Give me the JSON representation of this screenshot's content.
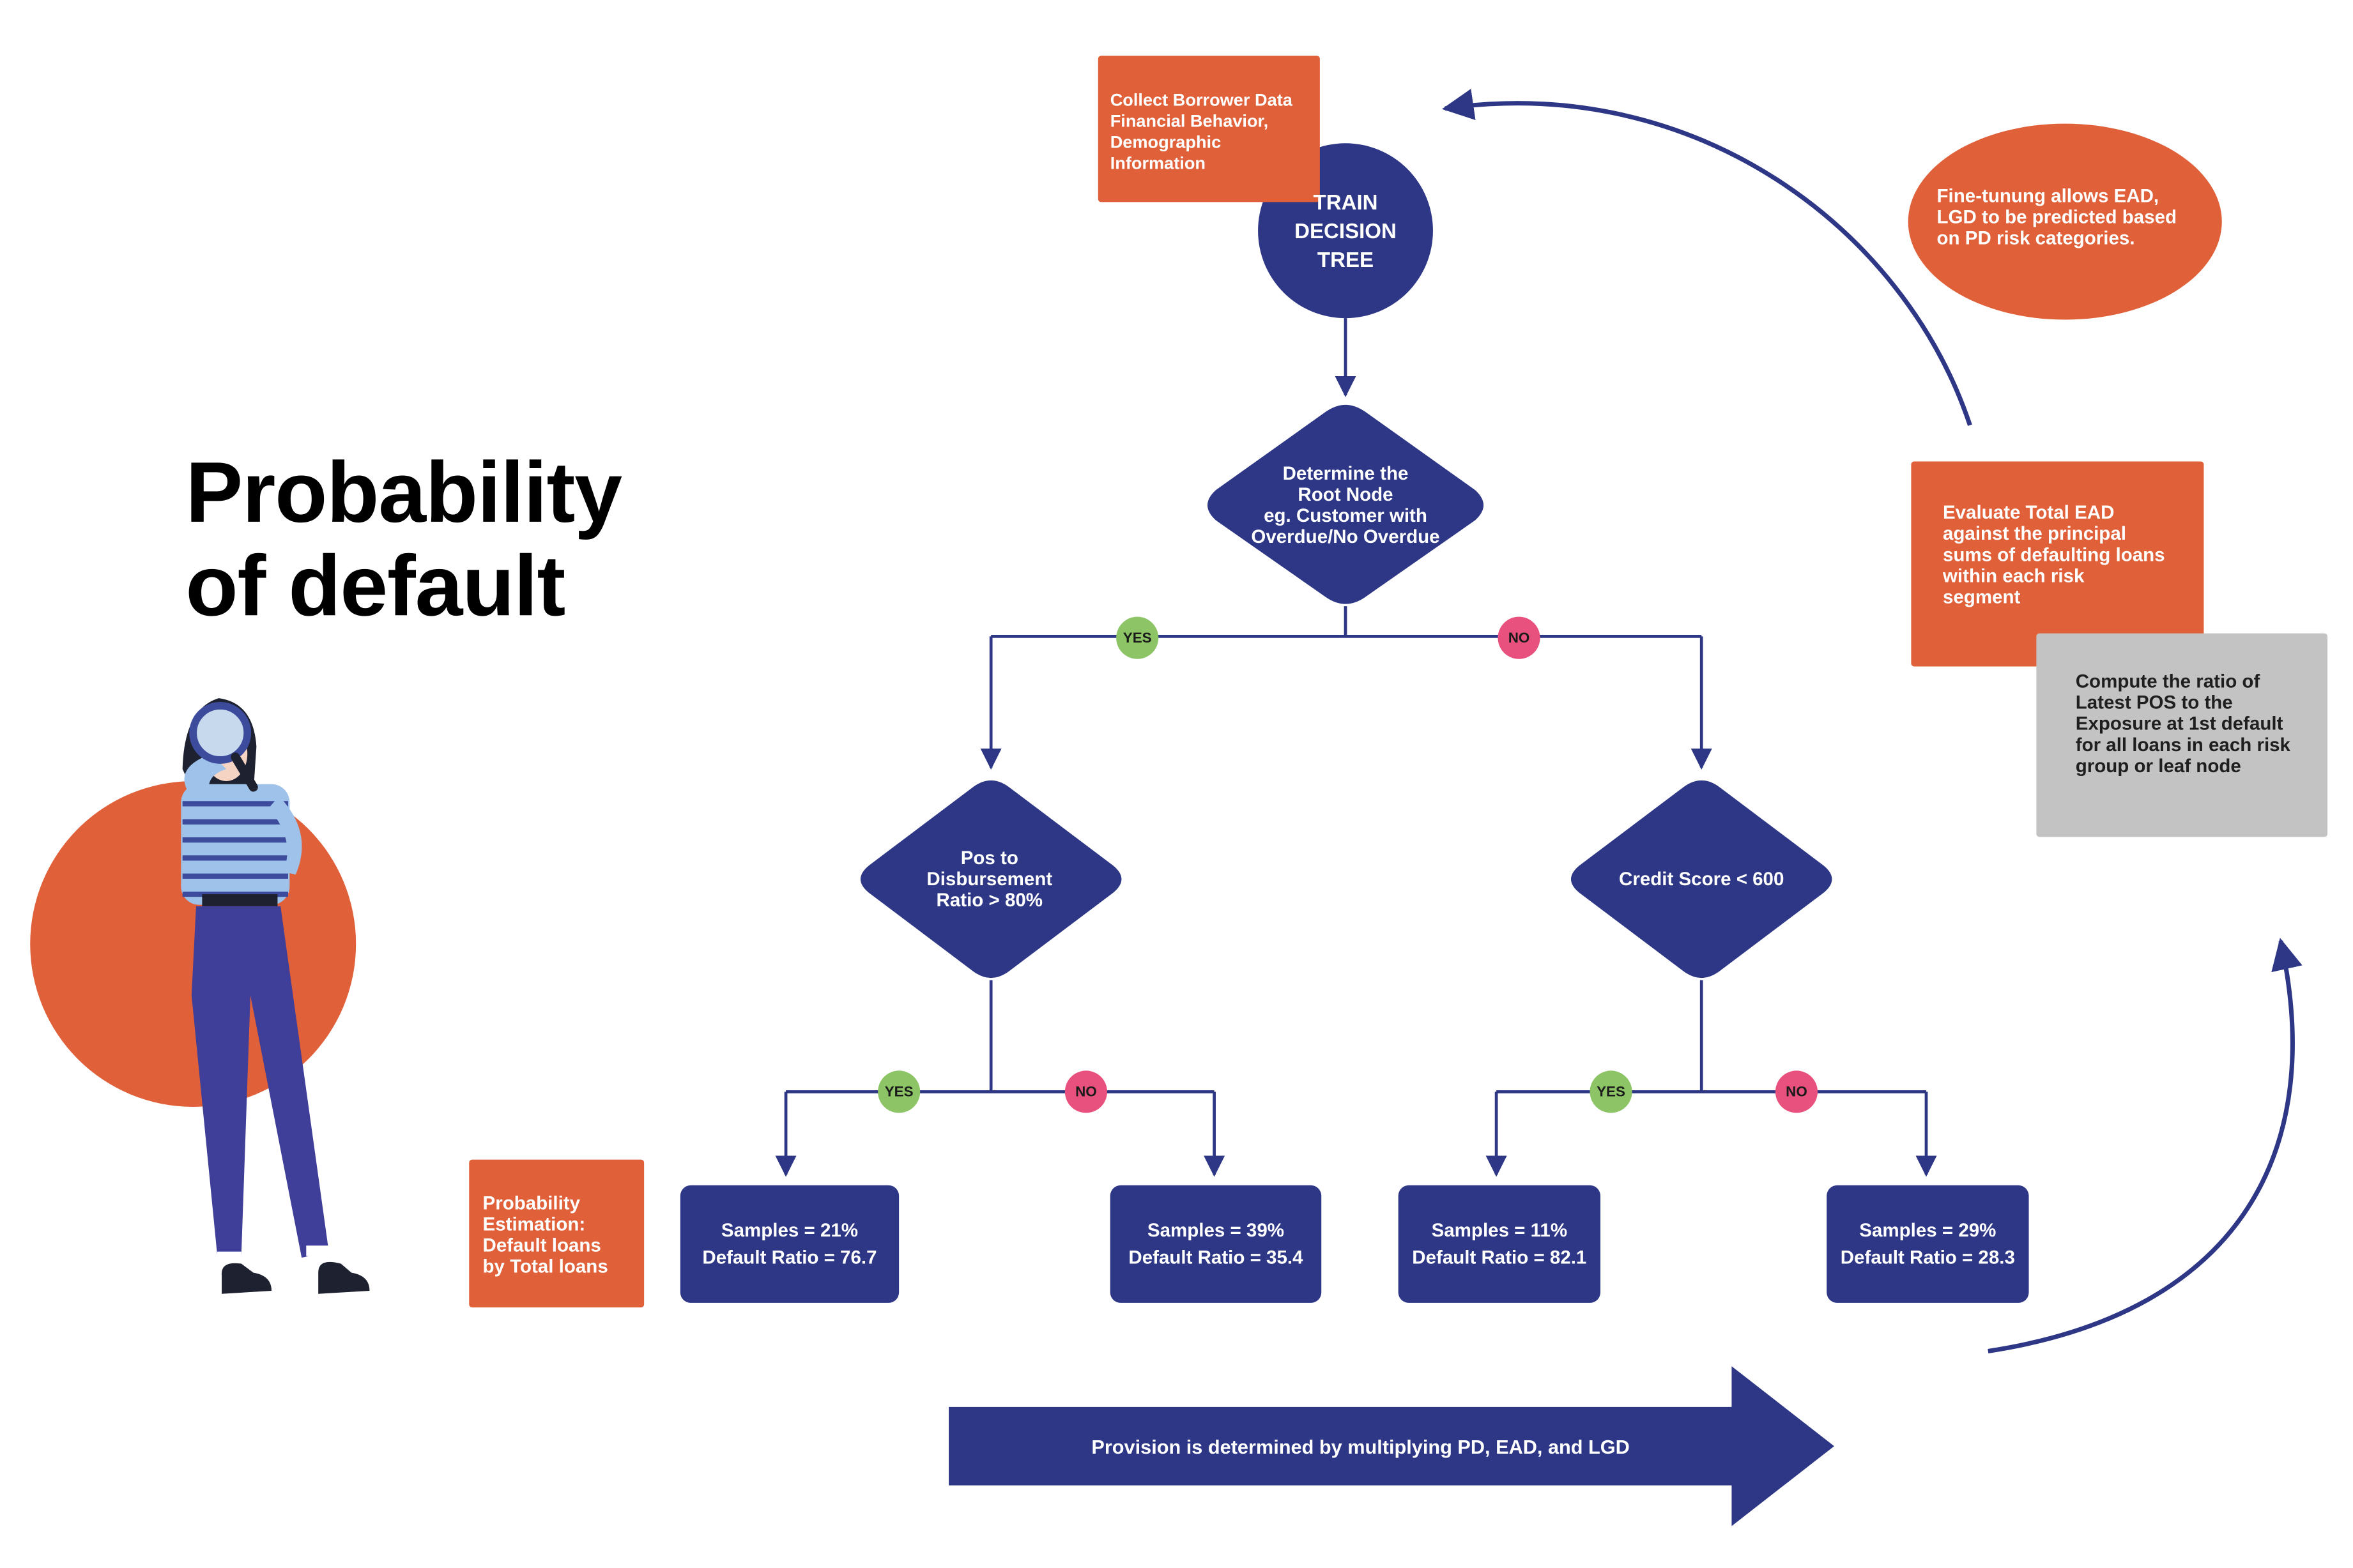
{
  "title": {
    "line1": "Probability",
    "line2": "of default"
  },
  "collect_box": {
    "lines": [
      "Collect Borrower Data",
      "Financial Behavior,",
      "Demographic",
      "Information"
    ]
  },
  "train_node": {
    "lines": [
      "TRAIN",
      "DECISION",
      "TREE"
    ]
  },
  "root_node": {
    "lines": [
      "Determine the",
      "Root Node",
      "eg. Customer with",
      "Overdue/No Overdue"
    ]
  },
  "left_node": {
    "lines": [
      "Pos to",
      "Disbursement",
      "Ratio > 80%"
    ]
  },
  "right_node": {
    "lines": [
      "Credit Score < 600"
    ]
  },
  "badges": {
    "yes": "YES",
    "no": "NO"
  },
  "leaves": [
    {
      "samples": "Samples = 21%",
      "ratio": "Default Ratio = 76.7"
    },
    {
      "samples": "Samples = 39%",
      "ratio": "Default Ratio = 35.4"
    },
    {
      "samples": "Samples = 11%",
      "ratio": "Default Ratio = 82.1"
    },
    {
      "samples": "Samples = 29%",
      "ratio": "Default Ratio = 28.3"
    }
  ],
  "estimation_box": {
    "lines": [
      "Probability",
      "Estimation:",
      "Default loans",
      "by Total loans"
    ]
  },
  "provision_banner": "Provision is determined by multiplying PD, EAD, and LGD",
  "fine_tune_bubble": {
    "lines": [
      "Fine-tunung allows EAD,",
      "LGD to be predicted based",
      "on PD risk categories."
    ]
  },
  "evaluate_box": {
    "lines": [
      "Evaluate Total EAD",
      "against the principal",
      "sums of defaulting loans",
      "within each risk",
      "segment"
    ]
  },
  "compute_box": {
    "lines": [
      "Compute the ratio of",
      "Latest POS to the",
      "Exposure at 1st default",
      "for all loans in each risk",
      "group or leaf node"
    ]
  },
  "colors": {
    "navy": "#2e3786",
    "orange": "#e06039",
    "grey": "#c3c3c3",
    "yes": "#8cc466",
    "no": "#e8517e"
  }
}
